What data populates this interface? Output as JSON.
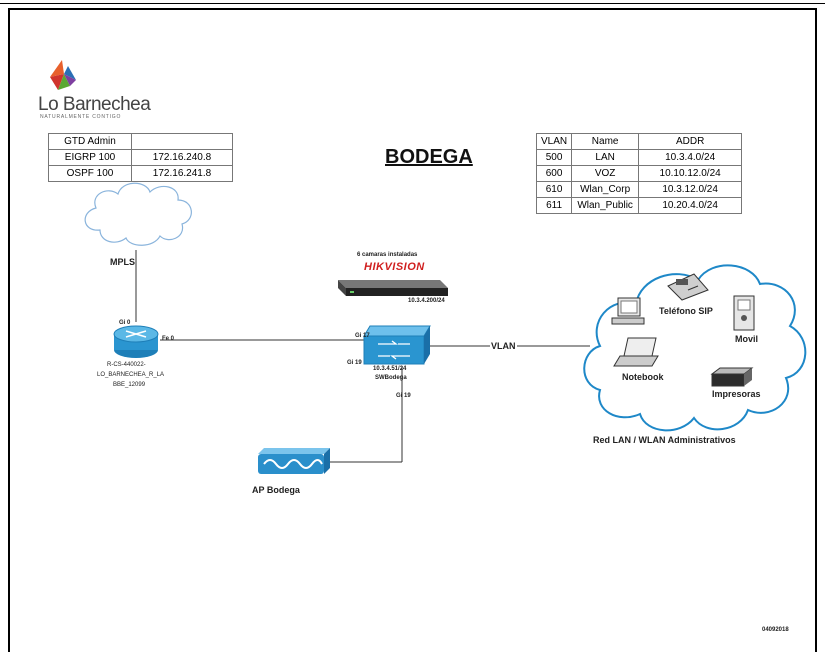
{
  "logo": {
    "name": "Lo Barnechea",
    "tagline": "NATURALMENTE CONTIGO"
  },
  "title": "BODEGA",
  "gtd_table": {
    "header": "GTD Admin",
    "rows": [
      {
        "proto": "EIGRP 100",
        "addr": "172.16.240.8"
      },
      {
        "proto": "OSPF 100",
        "addr": "172.16.241.8"
      }
    ]
  },
  "vlan_table": {
    "headers": {
      "vlan": "VLAN",
      "name": "Name",
      "addr": "ADDR"
    },
    "rows": [
      {
        "vlan": "500",
        "name": "LAN",
        "addr": "10.3.4.0/24"
      },
      {
        "vlan": "600",
        "name": "VOZ",
        "addr": "10.10.12.0/24"
      },
      {
        "vlan": "610",
        "name": "Wlan_Corp",
        "addr": "10.3.12.0/24"
      },
      {
        "vlan": "611",
        "name": "Wlan_Public",
        "addr": "10.20.4.0/24"
      }
    ]
  },
  "mpls": {
    "label": "MPLS"
  },
  "router": {
    "port_top": "Gi 0",
    "port_right": "Fe 0",
    "line1": "R-CS-440022-",
    "line2": "LO_BARNECHEA_R_LA",
    "line3": "BBE_12099"
  },
  "nvr": {
    "cameras": "6 camaras instaladas",
    "brand": "HIKVISION",
    "ip": "10.3.4.200/24"
  },
  "switch": {
    "port_left": "Gi 17",
    "port_bl": "Gi 19",
    "port_bottom": "Gi 19",
    "ip": "10.3.4.51/24",
    "name": "SWBodega"
  },
  "vlan_link": {
    "label": "VLAN"
  },
  "lan_cloud": {
    "phone": "Teléfono SIP",
    "mobile": "Movil",
    "notebook": "Notebook",
    "printers": "Impresoras",
    "caption": "Red LAN / WLAN Administrativos"
  },
  "ap": {
    "label": "AP Bodega"
  },
  "date_code": "04092018",
  "colors": {
    "accent_blue": "#1a8fc8",
    "cloud_stroke": "#1e88c8",
    "logo_orange": "#e8602c",
    "logo_red": "#d0342c",
    "logo_blue": "#2a6fb5",
    "logo_green": "#5aa832"
  }
}
